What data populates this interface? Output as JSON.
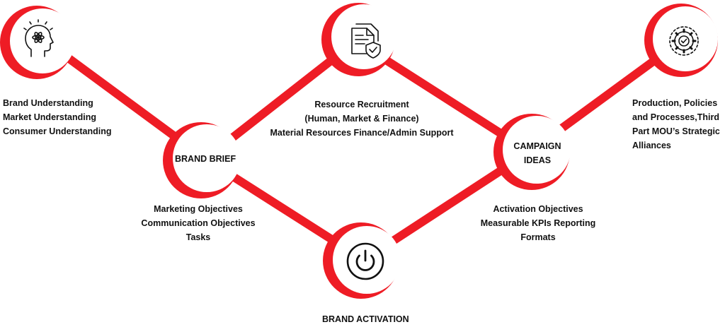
{
  "colors": {
    "accent": "#ee1c25",
    "ink": "#111111",
    "background": "#ffffff"
  },
  "nodes": {
    "mind": {
      "icon": "brain-head-icon"
    },
    "brand_brief": {
      "label": "BRAND  BRIEF"
    },
    "resources": {
      "icon": "documents-shield-icon"
    },
    "campaign_ideas": {
      "label_line1": "CAMPAIGN",
      "label_line2": "IDEAS"
    },
    "production": {
      "icon": "gear-check-icon"
    },
    "brand_activation": {
      "icon": "power-icon",
      "label": "BRAND  ACTIVATION"
    }
  },
  "texts": {
    "understanding": [
      "Brand Understanding",
      "Market Understanding",
      "Consumer Understanding"
    ],
    "resources": [
      "Resource Recruitment",
      "(Human, Market & Finance)",
      "Material Resources Finance/Admin Support"
    ],
    "production": [
      "Production, Policies",
      "and Processes,Third",
      "Part MOU’s Strategic",
      "Alliances"
    ],
    "objectives": [
      "Marketing Objectives",
      "Communication Objectives",
      "Tasks"
    ],
    "activation": [
      "Activation Objectives",
      "Measurable KPIs Reporting",
      "Formats"
    ]
  }
}
